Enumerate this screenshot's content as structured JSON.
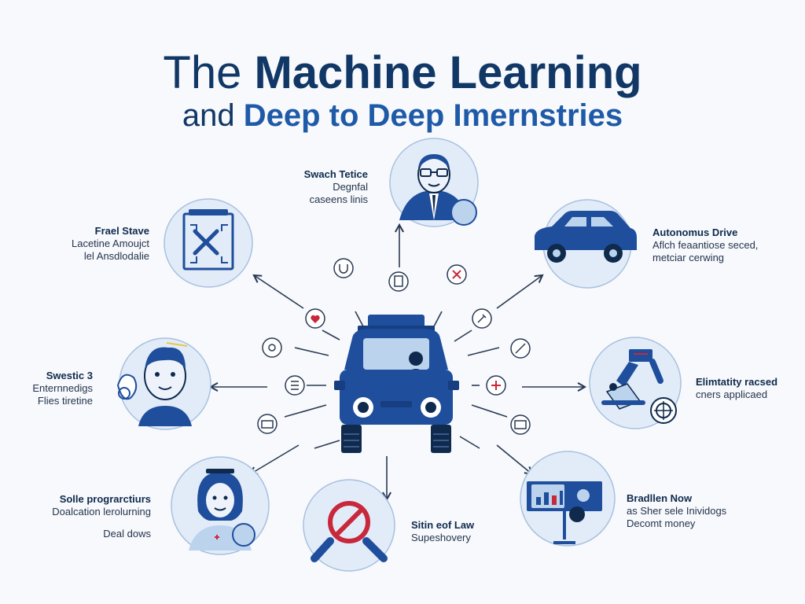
{
  "header": {
    "line1_prefix": "The",
    "line1_main": "Machine Learning",
    "line2_prefix": "and",
    "line2_main": "Deep to Deep Imernstries"
  },
  "nodes": {
    "top": {
      "title": "Swach Tetice",
      "line1": "Degnfal",
      "line2": "caseens linis"
    },
    "top_left": {
      "title": "Frael Stave",
      "line1": "Lacetine Amoujct",
      "line2": "lel Ansdlodalie"
    },
    "top_right": {
      "title": "Autonomus Drive",
      "line1": "Aflch feaantiose seced,",
      "line2": "metciar cerwing"
    },
    "mid_left": {
      "title": "Swestic 3",
      "line1": "Enternnedigs",
      "line2": "Flies tiretine"
    },
    "mid_right": {
      "title": "Elimtatity racsed",
      "line1": "cners applicaed"
    },
    "bottom_left": {
      "title": "Solle prograrctiurs",
      "line1": "Doalcation lerolurning",
      "line2": "Deal dows"
    },
    "bottom_mid": {
      "title": "Sitin eof Law",
      "line1": "Supeshovery"
    },
    "bottom_right": {
      "title": "Bradllen Now",
      "line1": "as Sher sele Inividogs",
      "line2": "Decomt money"
    }
  },
  "colors": {
    "primary": "#1f4e9c",
    "dark": "#0f2a4d",
    "circle_fill": "#e2ecf8",
    "circle_stroke": "#a8c0e0",
    "accent_red": "#c8283c",
    "arrow": "#2a3a55"
  }
}
